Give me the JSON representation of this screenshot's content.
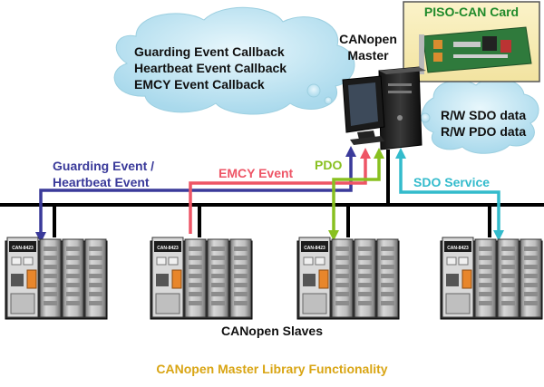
{
  "title": "CANopen Master Library Functionality",
  "card": {
    "label": "PISO-CAN Card"
  },
  "master": {
    "line1": "CANopen",
    "line2": "Master"
  },
  "callbacks": [
    "Guarding Event Callback",
    "Heartbeat Event Callback",
    "EMCY Event Callback"
  ],
  "data_cloud": [
    "R/W SDO data",
    "R/W PDO data"
  ],
  "signals": {
    "guarding_line1": "Guarding Event /",
    "guarding_line2": "Heartbeat Event",
    "emcy": "EMCY Event",
    "pdo": "PDO",
    "sdo": "SDO Service"
  },
  "slaves_label": "CANopen Slaves",
  "slave_model": "CAN-8423",
  "colors": {
    "guarding": "#3a3a9a",
    "emcy": "#ee5566",
    "pdo": "#88c020",
    "sdo": "#33bbcc",
    "card_label": "#1f8a2a",
    "title": "#d9a514",
    "bus": "#000000",
    "cloud": "#bfe6f3"
  }
}
